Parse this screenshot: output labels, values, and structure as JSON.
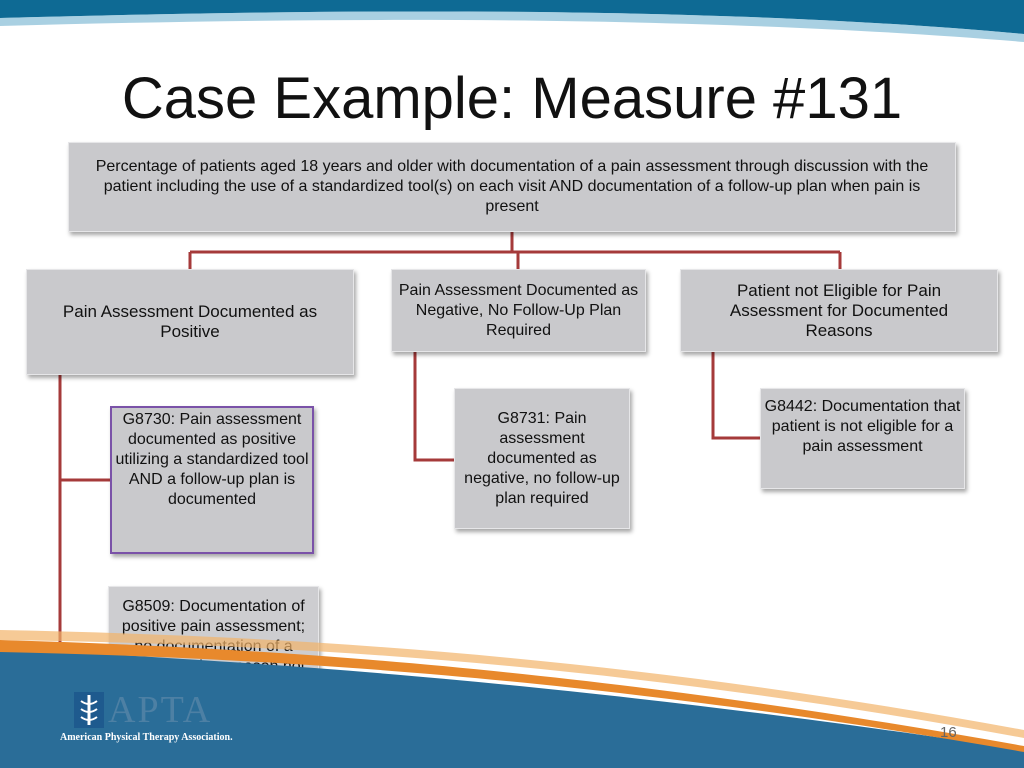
{
  "slide": {
    "title": "Case Example: Measure #131",
    "page_number": "16"
  },
  "diagram": {
    "root": "Percentage of patients aged 18 years and older with documentation of a pain assessment through discussion with the patient including the use of a standardized tool(s) on each visit AND documentation of a follow-up plan when pain is present",
    "branches": [
      {
        "label": "Pain Assessment Documented as Positive",
        "codes": [
          "G8730: Pain assessment documented as positive utilizing a standardized tool AND a follow-up plan is documented",
          "G8509: Documentation of positive pain assessment; no documentation of a follow-up plan, reason not specified"
        ]
      },
      {
        "label": "Pain Assessment Documented as Negative, No Follow-Up Plan Required",
        "codes": [
          "G8731: Pain assessment documented as negative, no follow-up plan required"
        ]
      },
      {
        "label": "Patient not Eligible for Pain Assessment for Documented Reasons",
        "codes": [
          "G8442: Documentation that patient is not eligible for a pain assessment"
        ]
      }
    ]
  },
  "logo": {
    "initials": "APTA",
    "caption": "American Physical Therapy Association."
  },
  "colors": {
    "top_band": "#0e6a94",
    "connector": "#a53a3a",
    "box_fill": "#c9c9cc",
    "selected_border": "#7a52a8",
    "orange_swoosh": "#e8892c",
    "blue_swoosh": "#2a6d98"
  },
  "icons": {
    "logo": "apta-caduceus-icon"
  }
}
